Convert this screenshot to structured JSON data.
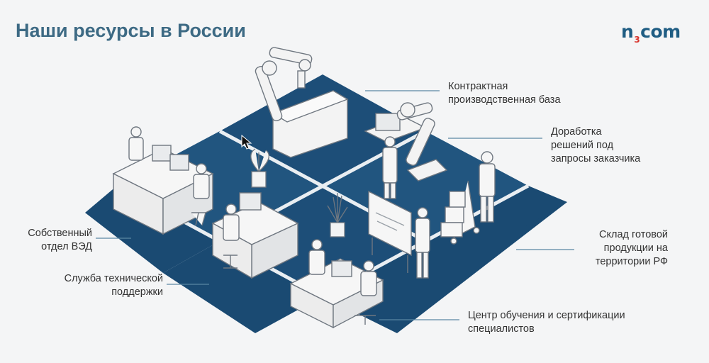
{
  "slide": {
    "title": "Наши ресурсы в России",
    "logo": {
      "left": "n",
      "sub": "3",
      "right": "com"
    }
  },
  "labels": {
    "contract_base": "Контрактная\nпроизводственная база",
    "customization": "Доработка\nрешений под\nзапросы заказчика",
    "warehouse": "Склад готовой\nпродукции на\nтерритории РФ",
    "training_center": "Центр обучения и сертификации\nспециалистов",
    "foreign_trade": "Собственный\nотдел ВЭД",
    "tech_support": "Служба технической\nподдержки"
  },
  "colors": {
    "title": "#3d6a84",
    "floor": "#1d4e78",
    "logo": "#1f5d83",
    "logo_accent": "#d8342c"
  },
  "icons": [
    "mouse-cursor-icon"
  ]
}
